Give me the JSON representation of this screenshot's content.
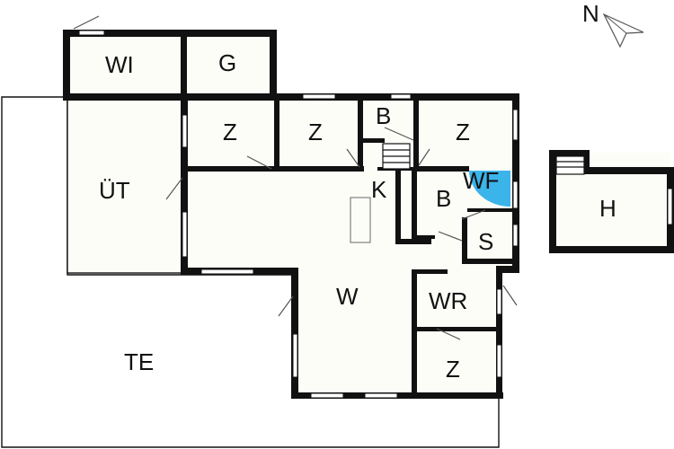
{
  "compass": {
    "label": "N",
    "icon": "north-arrow-icon"
  },
  "rooms": {
    "wi": "WI",
    "g": "G",
    "ut": "ÜT",
    "z1": "Z",
    "z2": "Z",
    "b1": "B",
    "z3": "Z",
    "k": "K",
    "b2": "B",
    "wf": "WF",
    "s": "S",
    "h": "H",
    "w": "W",
    "wr": "WR",
    "te": "TE",
    "z4": "Z"
  },
  "colors": {
    "wall": "#111111",
    "floor": "#fdfdf8",
    "accent_blue": "#3bb4ea"
  }
}
